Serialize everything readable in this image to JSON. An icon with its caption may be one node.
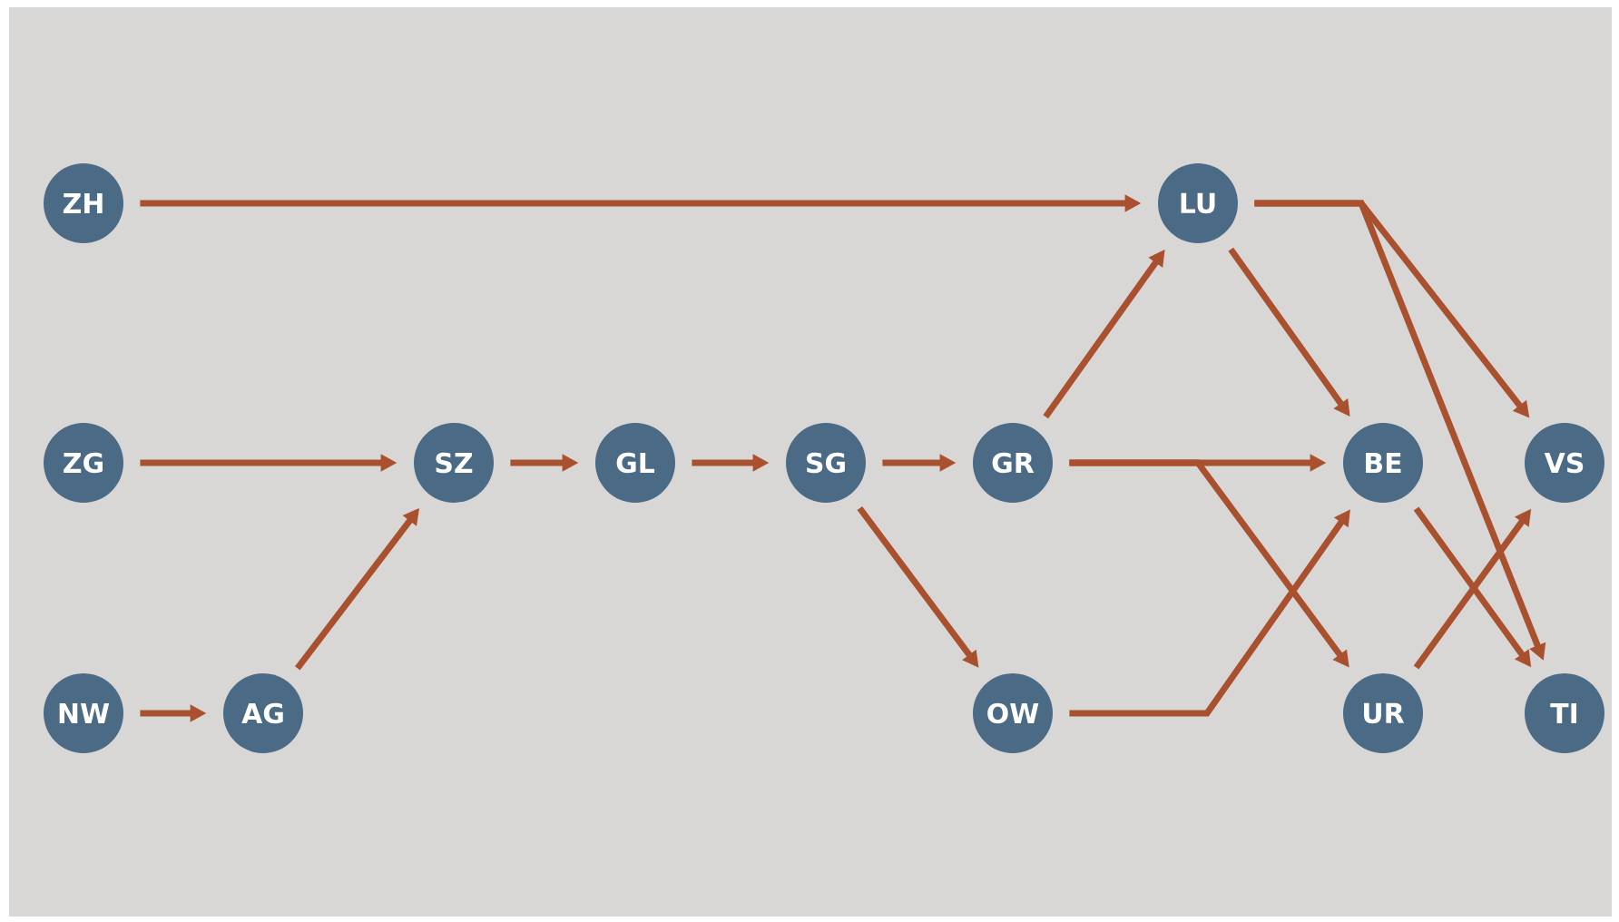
{
  "diagram": {
    "nodes": [
      {
        "text": [
          "ZH"
        ]
      },
      {
        "text": [
          "LU"
        ]
      },
      {
        "text": [
          "ZG"
        ]
      },
      {
        "text": [
          "SZ"
        ]
      },
      {
        "text": [
          "GL"
        ]
      },
      {
        "text": [
          "SG"
        ]
      },
      {
        "text": [
          "GR"
        ]
      },
      {
        "text": [
          "BE"
        ]
      },
      {
        "text": [
          "VS"
        ]
      },
      {
        "text": [
          "NW"
        ]
      },
      {
        "text": [
          "AG"
        ]
      },
      {
        "text": [
          "OW"
        ]
      },
      {
        "text": [
          "UR"
        ]
      },
      {
        "text": [
          "TI"
        ]
      }
    ],
    "edges": [
      {
        "from": 0,
        "to": 1,
        "arrow": "to"
      },
      {
        "from": 2,
        "to": 3,
        "arrow": "to"
      },
      {
        "from": 9,
        "to": 10,
        "arrow": "to"
      },
      {
        "from": 10,
        "to": 3,
        "arrow": "to"
      },
      {
        "from": 3,
        "to": 4,
        "arrow": "to"
      },
      {
        "from": 4,
        "to": 5,
        "arrow": "to"
      },
      {
        "from": 5,
        "to": 6,
        "arrow": "to"
      },
      {
        "from": 5,
        "to": 11,
        "arrow": "to"
      },
      {
        "from": 6,
        "to": 1,
        "arrow": "to"
      },
      {
        "from": 6,
        "to": 7,
        "arrow": "to"
      },
      {
        "from": 6,
        "to": 12,
        "arrow": "to"
      },
      {
        "from": 11,
        "to": 7,
        "arrow": "to"
      },
      {
        "from": 1,
        "to": 7,
        "arrow": "to"
      },
      {
        "from": 1,
        "to": 8,
        "arrow": "to"
      },
      {
        "from": 1,
        "to": 13,
        "arrow": "to"
      },
      {
        "from": 7,
        "to": 13,
        "arrow": "to"
      },
      {
        "from": 12,
        "to": 8,
        "arrow": "to"
      }
    ]
  }
}
